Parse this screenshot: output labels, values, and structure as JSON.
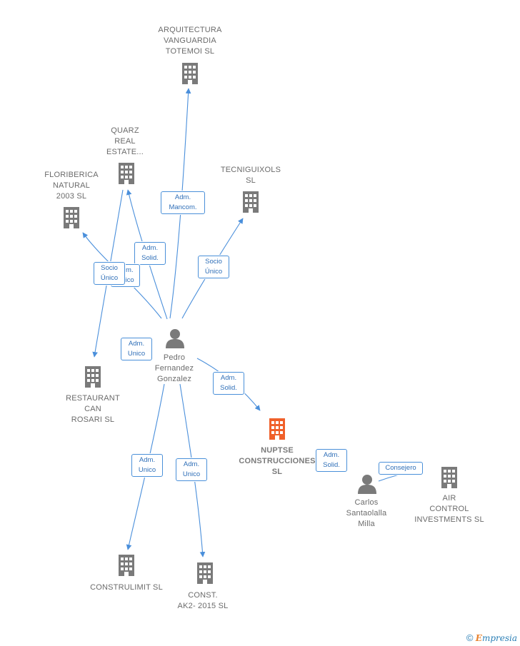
{
  "colors": {
    "edge": "#4a8fdb",
    "building": "#7a7a7a",
    "main_building": "#f0602a",
    "person": "#7a7a7a"
  },
  "nodes": {
    "arquitectura": {
      "label": "ARQUITECTURA\nVANGUARDIA\nTOTEMOI  SL",
      "icon": "building-icon"
    },
    "quarz": {
      "label": "QUARZ\nREAL\nESTATE...",
      "icon": "building-icon"
    },
    "floriberica": {
      "label": "FLORIBERICA\nNATURAL\n2003  SL",
      "icon": "building-icon"
    },
    "tecniguixols": {
      "label": "TECNIGUIXOLS\nSL",
      "icon": "building-icon"
    },
    "pedro": {
      "label": "Pedro\nFernandez\nGonzalez",
      "icon": "person-icon"
    },
    "restaurant": {
      "label": "RESTAURANT\nCAN\nROSARI  SL",
      "icon": "building-icon"
    },
    "nuptse": {
      "label": "NUPTSE\nCONSTRUCCIONES\nSL",
      "icon": "building-icon"
    },
    "carlos": {
      "label": "Carlos\nSantaolalla\nMilla",
      "icon": "person-icon"
    },
    "air": {
      "label": "AIR\nCONTROL\nINVESTMENTS SL",
      "icon": "building-icon"
    },
    "construlimit": {
      "label": "CONSTRULIMIT SL",
      "icon": "building-icon"
    },
    "const_ak2": {
      "label": "CONST.\nAK2- 2015  SL",
      "icon": "building-icon"
    }
  },
  "edges": {
    "to_arquitectura": "Adm.\nMancom.",
    "to_quarz": "Adm.\nSolid.",
    "to_floriberica_hidden": "Adm.\nUnico",
    "to_floriberica": "Socio\nÚnico",
    "to_tecniguixols": "Socio\nÚnico",
    "to_restaurant": "Adm.\nUnico",
    "to_nuptse": "Adm.\nSolid.",
    "nuptse_carlos": "Adm.\nSolid.",
    "carlos_air": "Consejero",
    "to_construlimit": "Adm.\nUnico",
    "to_const_ak2": "Adm.\nUnico"
  },
  "footer": {
    "copyright": "©",
    "brand_e": "E",
    "brand_rest": "mpresia"
  }
}
